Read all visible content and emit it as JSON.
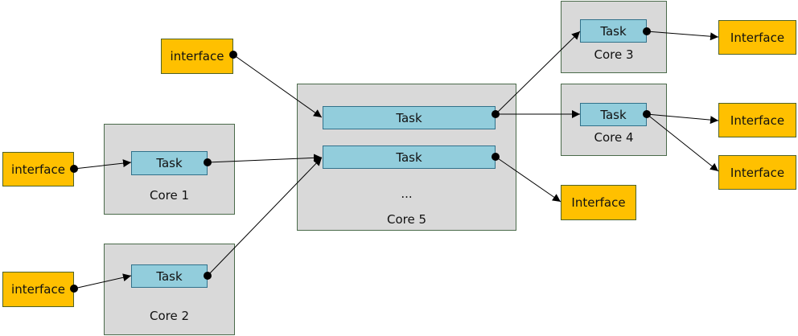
{
  "interfaces_in": [
    {
      "label": "interface"
    },
    {
      "label": "interface"
    },
    {
      "label": "interface"
    }
  ],
  "interfaces_out": [
    {
      "label": "Interface"
    },
    {
      "label": "Interface"
    },
    {
      "label": "Interface"
    },
    {
      "label": "Interface"
    }
  ],
  "cores": {
    "core1": {
      "label": "Core 1",
      "task": "Task"
    },
    "core2": {
      "label": "Core 2",
      "task": "Task"
    },
    "core3": {
      "label": "Core 3",
      "task": "Task"
    },
    "core4": {
      "label": "Core 4",
      "task": "Task"
    },
    "core5": {
      "label": "Core 5",
      "tasks": [
        "Task",
        "Task"
      ],
      "ellipsis": "..."
    }
  },
  "colors": {
    "interface": "#ffc000",
    "core": "#d9d9d9",
    "task": "#92cddc"
  }
}
